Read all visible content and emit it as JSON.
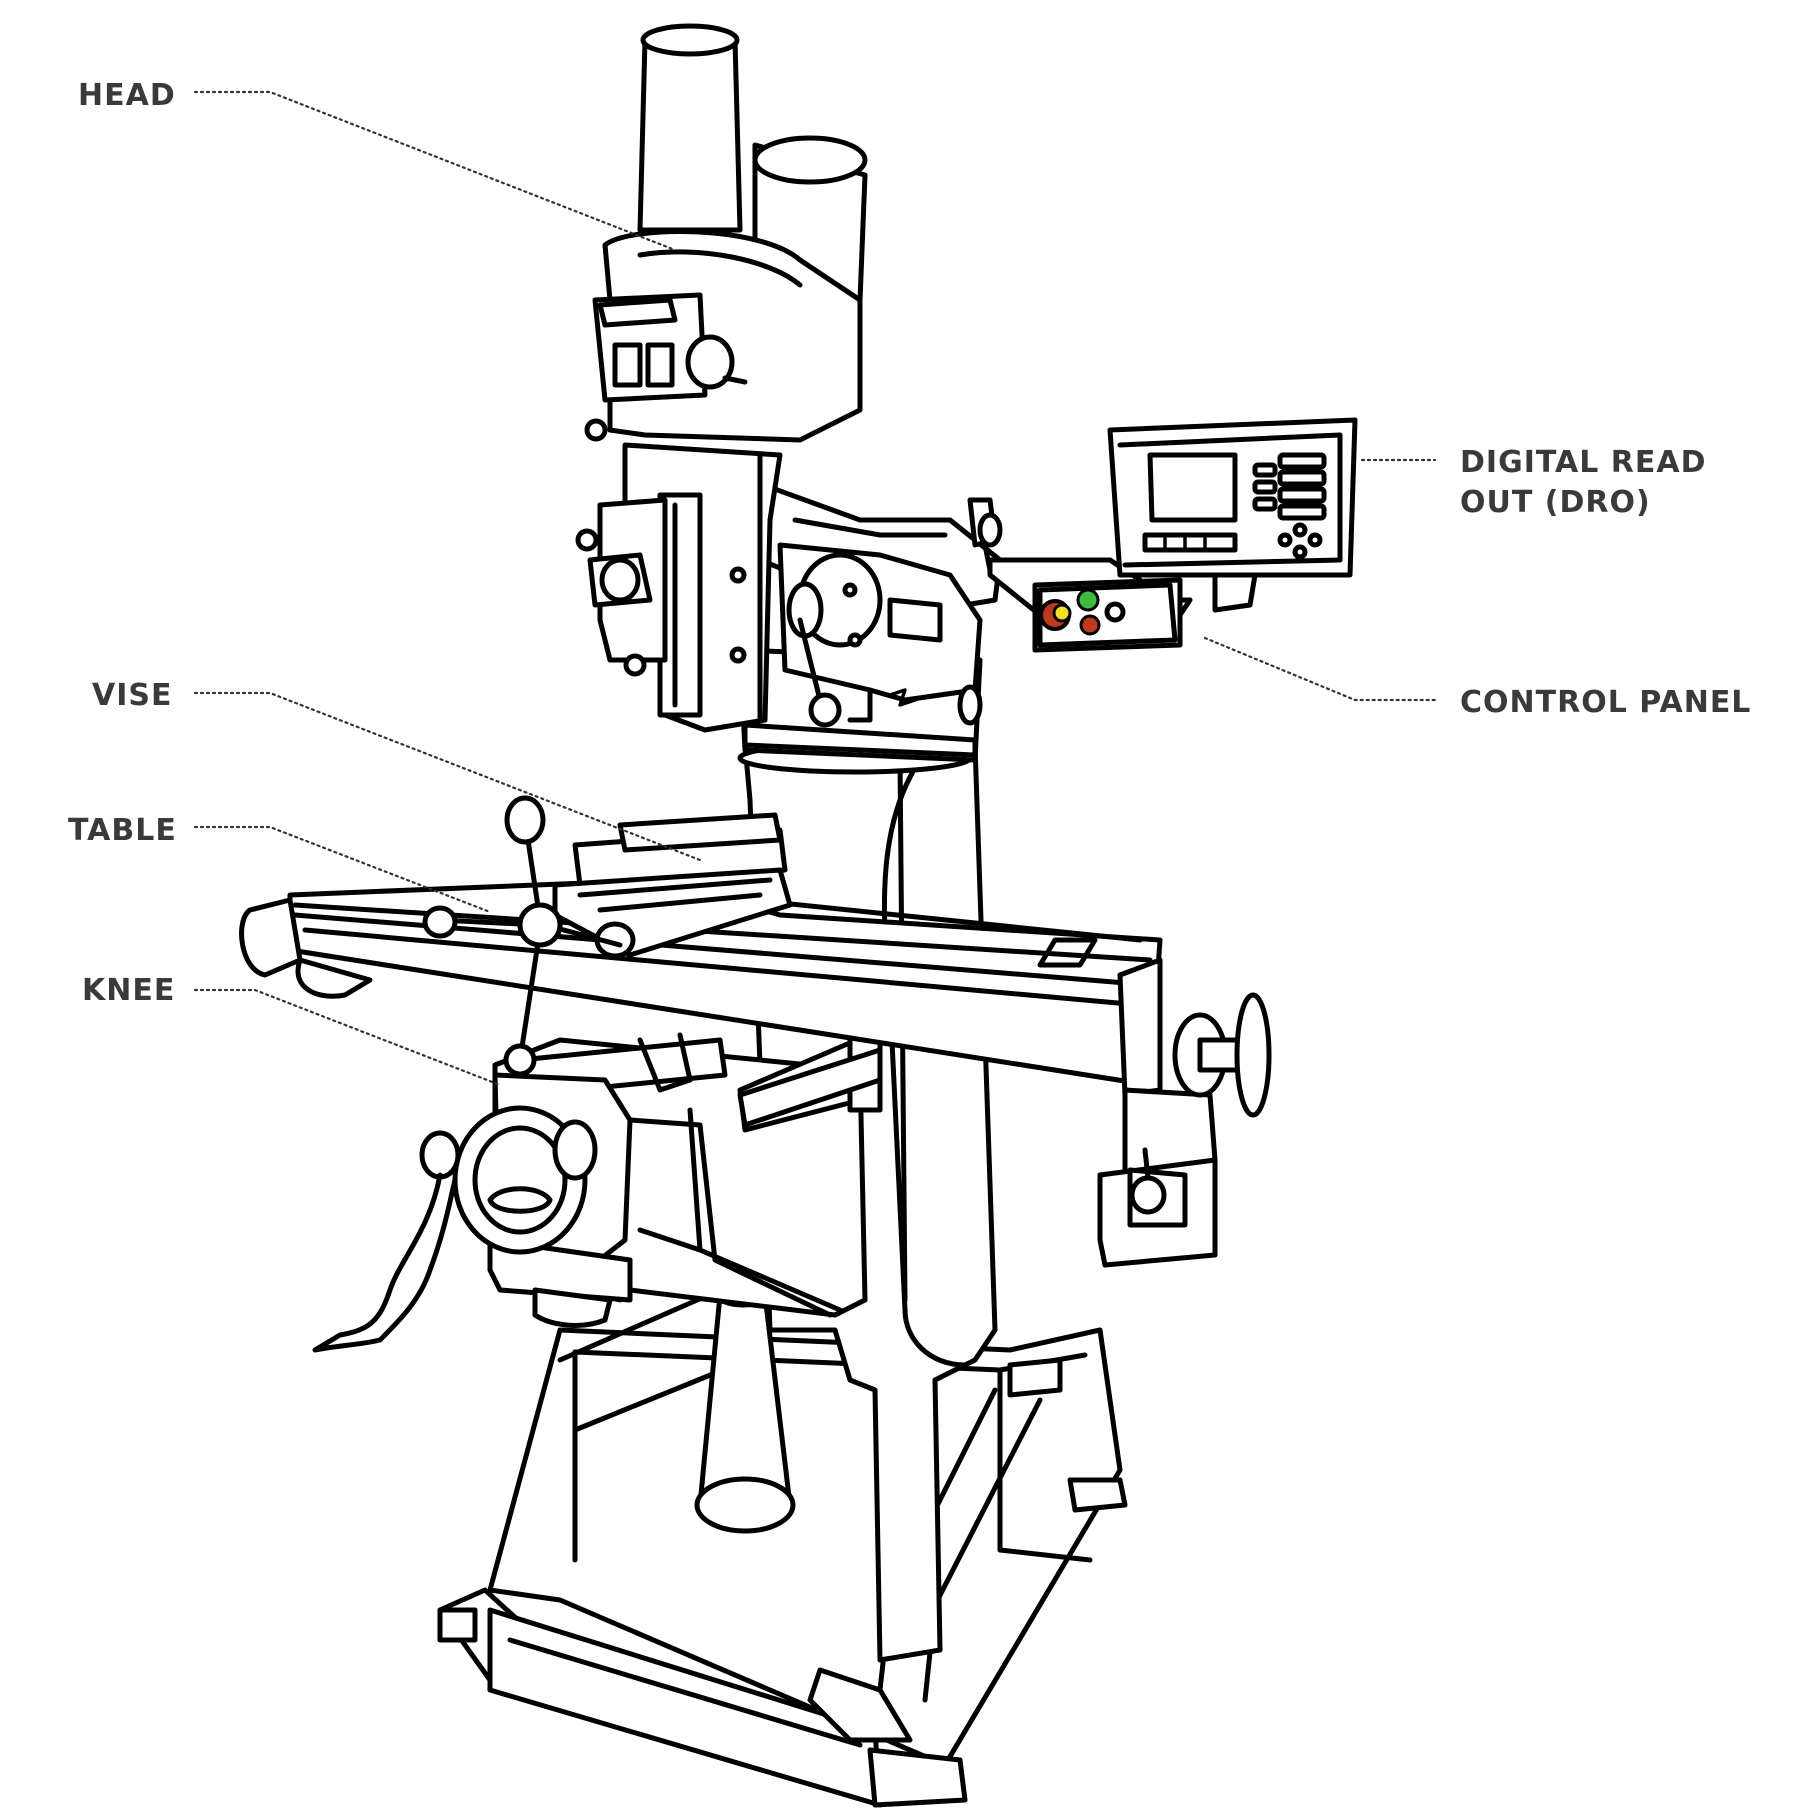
{
  "labels": {
    "head": "HEAD",
    "dro_line1": "DIGITAL READ",
    "dro_line2": "OUT (DRO)",
    "control_panel": "CONTROL PANEL",
    "vise": "VISE",
    "table": "TABLE",
    "knee": "KNEE"
  },
  "colors": {
    "button_red": "#c0391b",
    "button_yellow": "#f2e01f",
    "button_green": "#3dbb3a",
    "label_text": "#3a3a3a"
  }
}
